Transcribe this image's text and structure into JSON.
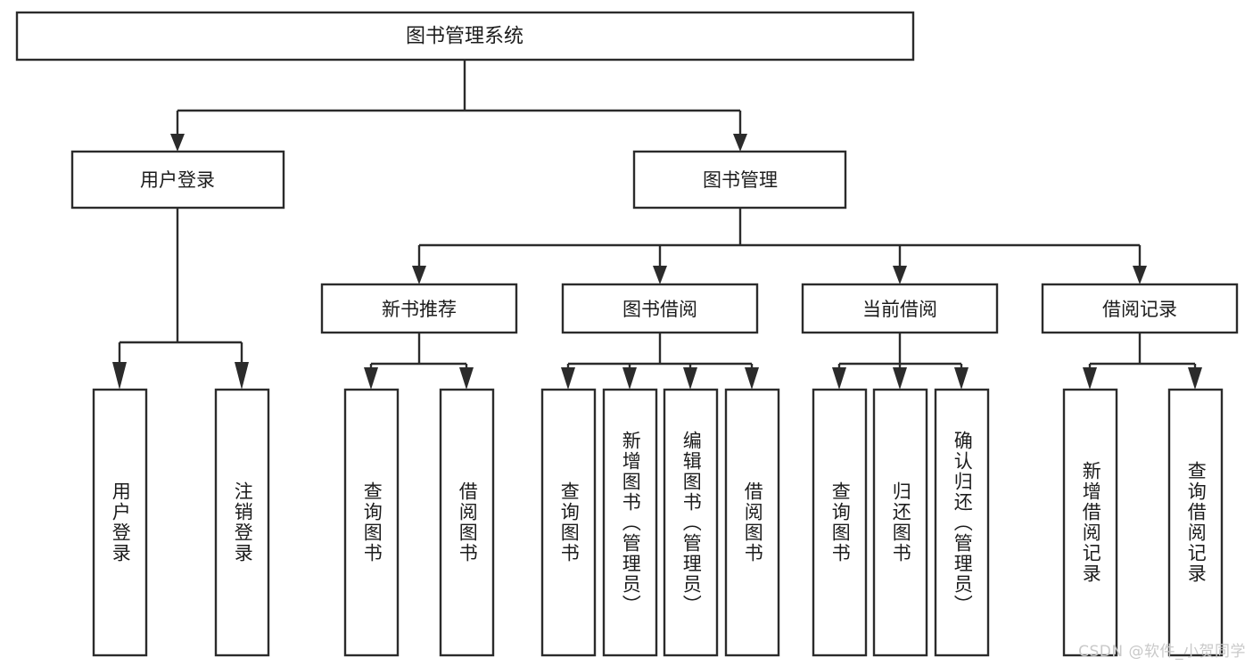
{
  "diagram": {
    "type": "tree-hierarchy-chart",
    "title": "图书管理系统",
    "root": {
      "id": "root",
      "label": "图书管理系统"
    },
    "level2": [
      {
        "id": "user-login",
        "label": "用户登录"
      },
      {
        "id": "book-manage",
        "label": "图书管理"
      }
    ],
    "level3": [
      {
        "id": "new-book-recommend",
        "label": "新书推荐",
        "parent": "book-manage"
      },
      {
        "id": "book-borrow",
        "label": "图书借阅",
        "parent": "book-manage"
      },
      {
        "id": "current-borrow",
        "label": "当前借阅",
        "parent": "book-manage"
      },
      {
        "id": "borrow-record",
        "label": "借阅记录",
        "parent": "book-manage"
      }
    ],
    "leaves": [
      {
        "id": "leaf-user-login",
        "label": "用户登录",
        "parent": "user-login"
      },
      {
        "id": "leaf-logout-login",
        "label": "注销登录",
        "parent": "user-login"
      },
      {
        "id": "leaf-query-book-1",
        "label": "查询图书",
        "parent": "new-book-recommend"
      },
      {
        "id": "leaf-borrow-book-1",
        "label": "借阅图书",
        "parent": "new-book-recommend"
      },
      {
        "id": "leaf-query-book-2",
        "label": "查询图书",
        "parent": "book-borrow"
      },
      {
        "id": "leaf-add-book",
        "label": "新增图书（管理员）",
        "parent": "book-borrow"
      },
      {
        "id": "leaf-edit-book",
        "label": "编辑图书（管理员）",
        "parent": "book-borrow"
      },
      {
        "id": "leaf-borrow-book-2",
        "label": "借阅图书",
        "parent": "book-borrow"
      },
      {
        "id": "leaf-query-book-3",
        "label": "查询图书",
        "parent": "current-borrow"
      },
      {
        "id": "leaf-return-book",
        "label": "归还图书",
        "parent": "current-borrow"
      },
      {
        "id": "leaf-confirm-return",
        "label": "确认归还（管理员）",
        "parent": "current-borrow"
      },
      {
        "id": "leaf-add-record",
        "label": "新增借阅记录",
        "parent": "borrow-record"
      },
      {
        "id": "leaf-query-record",
        "label": "查询借阅记录",
        "parent": "borrow-record"
      }
    ]
  },
  "watermark": {
    "text": "CSDN @软件_小贺同学"
  },
  "colors": {
    "stroke": "#2b2b2b",
    "fill": "#ffffff",
    "text": "#1c1c1c",
    "watermark": "#c9c9c9"
  }
}
